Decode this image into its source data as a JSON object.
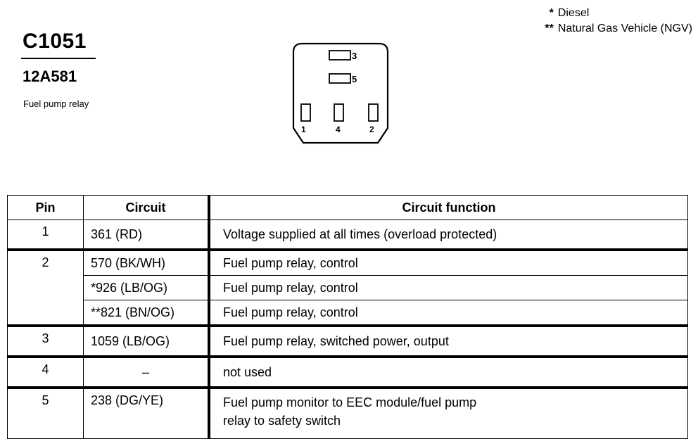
{
  "connector": {
    "id": "C1051",
    "part_number": "12A581",
    "description": "Fuel pump relay"
  },
  "legend": [
    {
      "mark": "*",
      "label": "Diesel"
    },
    {
      "mark": "**",
      "label": "Natural Gas Vehicle (NGV)"
    }
  ],
  "connector_face": {
    "pins": [
      "3",
      "5",
      "1",
      "4",
      "2"
    ]
  },
  "table": {
    "headers": [
      "Pin",
      "Circuit",
      "Circuit function"
    ],
    "rows": [
      {
        "pin": "1",
        "circuit": "361 (RD)",
        "function": "Voltage supplied at all times (overload protected)"
      },
      {
        "pin": "2",
        "circuit": "570 (BK/WH)",
        "function": "Fuel pump relay, control"
      },
      {
        "pin": "",
        "circuit": "*926 (LB/OG)",
        "function": "Fuel pump relay, control"
      },
      {
        "pin": "",
        "circuit": "**821 (BN/OG)",
        "function": "Fuel pump relay, control"
      },
      {
        "pin": "3",
        "circuit": "1059 (LB/OG)",
        "function": "Fuel pump relay, switched power, output"
      },
      {
        "pin": "4",
        "circuit": "–",
        "function": "not used"
      },
      {
        "pin": "5",
        "circuit": "238 (DG/YE)",
        "function_lines": [
          "Fuel pump monitor to EEC module/fuel pump",
          "relay to safety switch"
        ]
      }
    ]
  }
}
